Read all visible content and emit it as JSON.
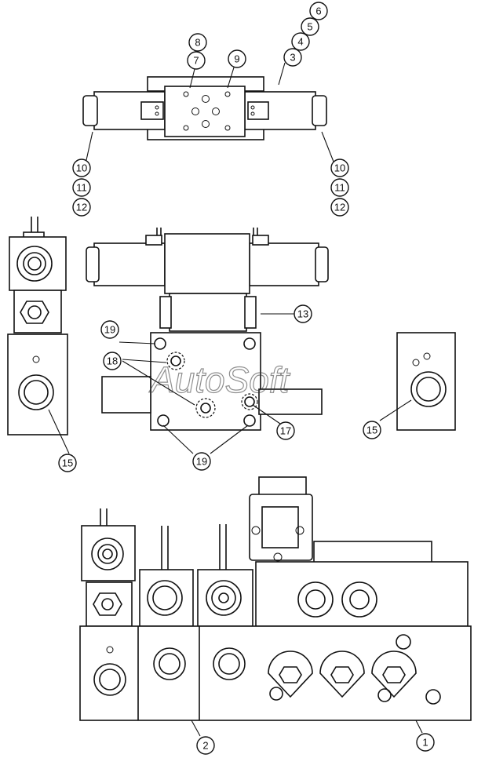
{
  "watermark": "AutoSoft",
  "callouts": {
    "c1": "1",
    "c2": "2",
    "c3": "3",
    "c4": "4",
    "c5": "5",
    "c6": "6",
    "c7": "7",
    "c8": "8",
    "c9": "9",
    "c10l": "10",
    "c11l": "11",
    "c12l": "12",
    "c10r": "10",
    "c11r": "11",
    "c12r": "12",
    "c13": "13",
    "c15a": "15",
    "c15b": "15",
    "c17": "17",
    "c18": "18",
    "c19a": "19",
    "c19b": "19"
  }
}
